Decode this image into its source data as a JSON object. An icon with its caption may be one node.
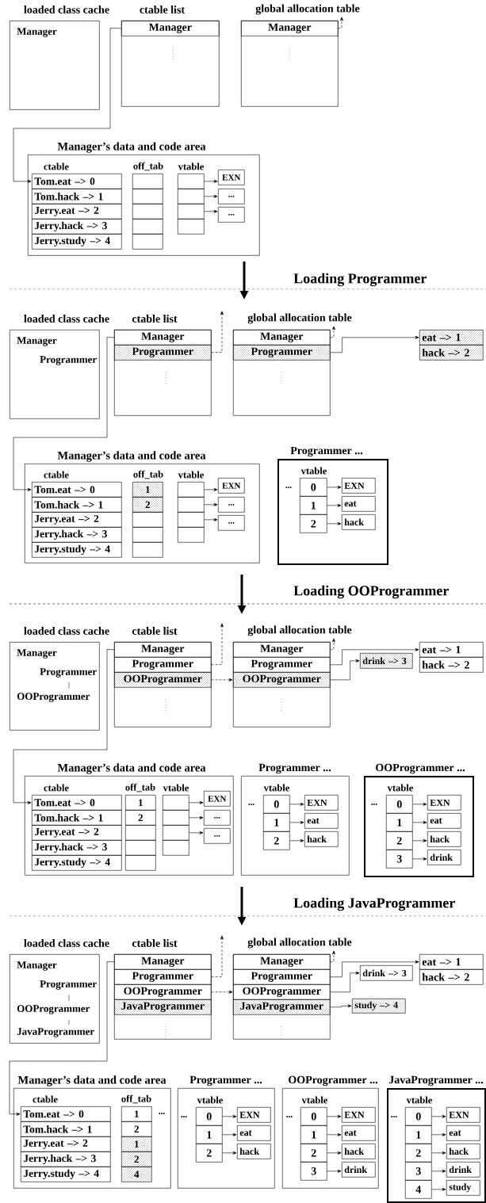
{
  "diagram": {
    "nodes": [
      {
        "text": [
          "loaded class cache",
          "Manager"
        ]
      },
      {
        "text": [
          "ctable list"
        ]
      },
      {
        "text": [
          "Manager"
        ],
        "in": 1
      },
      {
        "text": [
          "global allocation table"
        ]
      },
      {
        "text": [
          "Manager"
        ],
        "in": 3
      },
      {
        "text": [
          "Manager’s data and code area",
          "ctable",
          "off_tab",
          "vtable"
        ]
      },
      {
        "text": [
          "Tom.eat –> 0"
        ],
        "in": 5
      },
      {
        "text": [
          "Tom.hack –> 1"
        ],
        "in": 5
      },
      {
        "text": [
          "Jerry.eat –> 2"
        ],
        "in": 5
      },
      {
        "text": [
          "Jerry.hack –> 3"
        ],
        "in": 5
      },
      {
        "text": [
          "Jerry.study –> 4"
        ],
        "in": 5
      },
      {
        "text": [],
        "shape": "box",
        "in": 5
      },
      {
        "text": [],
        "shape": "box",
        "in": 5
      },
      {
        "text": [],
        "shape": "box",
        "in": 5
      },
      {
        "text": [],
        "shape": "box",
        "in": 5
      },
      {
        "text": [],
        "shape": "box",
        "in": 5
      },
      {
        "text": [],
        "shape": "box",
        "in": 5
      },
      {
        "text": [],
        "shape": "box",
        "in": 5
      },
      {
        "text": [],
        "shape": "box",
        "in": 5
      },
      {
        "text": [],
        "shape": "box",
        "in": 5
      },
      {
        "text": [
          "EXN"
        ],
        "in": 5
      },
      {
        "text": [
          "..."
        ],
        "in": 5
      },
      {
        "text": [
          "..."
        ],
        "in": 5
      },
      {
        "text": [
          "loaded class cache",
          "Manager",
          "Programmer"
        ]
      },
      {
        "text": [
          "ctable list"
        ]
      },
      {
        "text": [
          "Manager"
        ],
        "in": 24
      },
      {
        "text": [
          "Programmer"
        ],
        "in": 24
      },
      {
        "text": [
          "global allocation table"
        ]
      },
      {
        "text": [
          "Manager"
        ],
        "in": 27
      },
      {
        "text": [
          "Programmer"
        ],
        "in": 27
      },
      {
        "text": [
          "eat –> 1"
        ]
      },
      {
        "text": [
          "hack –> 2"
        ]
      },
      {
        "text": [
          "Manager’s data and code area",
          "ctable",
          "off_tab",
          "vtable"
        ]
      },
      {
        "text": [
          "Tom.eat –> 0"
        ],
        "in": 32
      },
      {
        "text": [
          "Tom.hack –> 1"
        ],
        "in": 32
      },
      {
        "text": [
          "Jerry.eat –> 2"
        ],
        "in": 32
      },
      {
        "text": [
          "Jerry.hack –> 3"
        ],
        "in": 32
      },
      {
        "text": [
          "Jerry.study –> 4"
        ],
        "in": 32
      },
      {
        "text": [
          "1"
        ],
        "in": 32
      },
      {
        "text": [
          "2"
        ],
        "in": 32
      },
      {
        "text": [],
        "shape": "box",
        "in": 32
      },
      {
        "text": [],
        "shape": "box",
        "in": 32
      },
      {
        "text": [],
        "shape": "box",
        "in": 32
      },
      {
        "text": [],
        "shape": "box",
        "in": 32
      },
      {
        "text": [],
        "shape": "box",
        "in": 32
      },
      {
        "text": [],
        "shape": "box",
        "in": 32
      },
      {
        "text": [],
        "shape": "box",
        "in": 32
      },
      {
        "text": [
          "EXN"
        ],
        "in": 32
      },
      {
        "text": [
          "..."
        ],
        "in": 32
      },
      {
        "text": [
          "..."
        ],
        "in": 32
      },
      {
        "text": [
          "Programmer ...",
          "vtable",
          "..."
        ]
      },
      {
        "text": [
          "0"
        ],
        "in": 50
      },
      {
        "text": [
          "1"
        ],
        "in": 50
      },
      {
        "text": [
          "2"
        ],
        "in": 50
      },
      {
        "text": [
          "EXN"
        ],
        "in": 50
      },
      {
        "text": [
          "eat"
        ],
        "in": 50
      },
      {
        "text": [
          "hack"
        ],
        "in": 50
      },
      {
        "text": [
          "loaded class cache",
          "Manager",
          "Programmer",
          "OOProgrammer"
        ]
      },
      {
        "text": [
          "ctable list"
        ]
      },
      {
        "text": [
          "Manager"
        ],
        "in": 58
      },
      {
        "text": [
          "Programmer"
        ],
        "in": 58
      },
      {
        "text": [
          "OOProgrammer"
        ],
        "in": 58
      },
      {
        "text": [
          "global allocation table"
        ]
      },
      {
        "text": [
          "Manager"
        ],
        "in": 62
      },
      {
        "text": [
          "Programmer"
        ],
        "in": 62
      },
      {
        "text": [
          "OOProgrammer"
        ],
        "in": 62
      },
      {
        "text": [
          "eat –> 1"
        ]
      },
      {
        "text": [
          "hack –> 2"
        ]
      },
      {
        "text": [
          "drink –> 3"
        ]
      },
      {
        "text": [
          "Manager’s data and code area",
          "ctable",
          "off_tab",
          "vtable"
        ]
      },
      {
        "text": [
          "Tom.eat –> 0"
        ],
        "in": 69
      },
      {
        "text": [
          "Tom.hack –> 1"
        ],
        "in": 69
      },
      {
        "text": [
          "Jerry.eat –> 2"
        ],
        "in": 69
      },
      {
        "text": [
          "Jerry.hack –> 3"
        ],
        "in": 69
      },
      {
        "text": [
          "Jerry.study –> 4"
        ],
        "in": 69
      },
      {
        "text": [
          "1"
        ],
        "in": 69
      },
      {
        "text": [
          "2"
        ],
        "in": 69
      },
      {
        "text": [],
        "shape": "box",
        "in": 69
      },
      {
        "text": [],
        "shape": "box",
        "in": 69
      },
      {
        "text": [],
        "shape": "box",
        "in": 69
      },
      {
        "text": [],
        "shape": "box",
        "in": 69
      },
      {
        "text": [],
        "shape": "box",
        "in": 69
      },
      {
        "text": [],
        "shape": "box",
        "in": 69
      },
      {
        "text": [],
        "shape": "box",
        "in": 69
      },
      {
        "text": [
          "EXN"
        ],
        "in": 69
      },
      {
        "text": [
          "..."
        ],
        "in": 69
      },
      {
        "text": [
          "..."
        ],
        "in": 69
      },
      {
        "text": [
          "Programmer ...",
          "vtable",
          "..."
        ]
      },
      {
        "text": [
          "0"
        ],
        "in": 87
      },
      {
        "text": [
          "1"
        ],
        "in": 87
      },
      {
        "text": [
          "2"
        ],
        "in": 87
      },
      {
        "text": [
          "EXN"
        ],
        "in": 87
      },
      {
        "text": [
          "eat"
        ],
        "in": 87
      },
      {
        "text": [
          "hack"
        ],
        "in": 87
      },
      {
        "text": [
          "OOProgrammer ...",
          "vtable",
          "..."
        ]
      },
      {
        "text": [
          "0"
        ],
        "in": 94
      },
      {
        "text": [
          "1"
        ],
        "in": 94
      },
      {
        "text": [
          "2"
        ],
        "in": 94
      },
      {
        "text": [
          "3"
        ],
        "in": 94
      },
      {
        "text": [
          "EXN"
        ],
        "in": 94
      },
      {
        "text": [
          "eat"
        ],
        "in": 94
      },
      {
        "text": [
          "hack"
        ],
        "in": 94
      },
      {
        "text": [
          "drink"
        ],
        "in": 94
      },
      {
        "text": [
          "loaded class cache",
          "Manager",
          "Programmer",
          "OOProgrammer",
          "JavaProgrammer"
        ]
      },
      {
        "text": [
          "ctable list"
        ]
      },
      {
        "text": [
          "Manager"
        ],
        "in": 104
      },
      {
        "text": [
          "Programmer"
        ],
        "in": 104
      },
      {
        "text": [
          "OOProgrammer"
        ],
        "in": 104
      },
      {
        "text": [
          "JavaProgrammer"
        ],
        "in": 104
      },
      {
        "text": [
          "global allocation table"
        ]
      },
      {
        "text": [
          "Manager"
        ],
        "in": 109
      },
      {
        "text": [
          "Programmer"
        ],
        "in": 109
      },
      {
        "text": [
          "OOProgrammer"
        ],
        "in": 109
      },
      {
        "text": [
          "JavaProgrammer"
        ],
        "in": 109
      },
      {
        "text": [
          "eat –> 1"
        ]
      },
      {
        "text": [
          "hack –> 2"
        ]
      },
      {
        "text": [
          "drink –> 3"
        ]
      },
      {
        "text": [
          "study –> 4"
        ]
      },
      {
        "text": [
          "Manager’s data and code area",
          "ctable",
          "off_tab",
          "..."
        ]
      },
      {
        "text": [
          "Tom.eat –> 0"
        ],
        "in": 118
      },
      {
        "text": [
          "Tom.hack –> 1"
        ],
        "in": 118
      },
      {
        "text": [
          "Jerry.eat –> 2"
        ],
        "in": 118
      },
      {
        "text": [
          "Jerry.hack –> 3"
        ],
        "in": 118
      },
      {
        "text": [
          "Jerry.study –> 4"
        ],
        "in": 118
      },
      {
        "text": [
          "1"
        ],
        "in": 118
      },
      {
        "text": [
          "2"
        ],
        "in": 118
      },
      {
        "text": [
          "1"
        ],
        "in": 118
      },
      {
        "text": [
          "2"
        ],
        "in": 118
      },
      {
        "text": [
          "4"
        ],
        "in": 118
      },
      {
        "text": [
          "Programmer ...",
          "vtable",
          "..."
        ]
      },
      {
        "text": [
          "0"
        ],
        "in": 129
      },
      {
        "text": [
          "1"
        ],
        "in": 129
      },
      {
        "text": [
          "2"
        ],
        "in": 129
      },
      {
        "text": [
          "EXN"
        ],
        "in": 129
      },
      {
        "text": [
          "eat"
        ],
        "in": 129
      },
      {
        "text": [
          "hack"
        ],
        "in": 129
      },
      {
        "text": [
          "OOProgrammer ...",
          "vtable",
          "..."
        ]
      },
      {
        "text": [
          "0"
        ],
        "in": 136
      },
      {
        "text": [
          "1"
        ],
        "in": 136
      },
      {
        "text": [
          "2"
        ],
        "in": 136
      },
      {
        "text": [
          "3"
        ],
        "in": 136
      },
      {
        "text": [
          "EXN"
        ],
        "in": 136
      },
      {
        "text": [
          "eat"
        ],
        "in": 136
      },
      {
        "text": [
          "hack"
        ],
        "in": 136
      },
      {
        "text": [
          "drink"
        ],
        "in": 136
      },
      {
        "text": [
          "JavaProgrammer ...",
          "vtable",
          "..."
        ]
      },
      {
        "text": [
          "0"
        ],
        "in": 145
      },
      {
        "text": [
          "1"
        ],
        "in": 145
      },
      {
        "text": [
          "2"
        ],
        "in": 145
      },
      {
        "text": [
          "3"
        ],
        "in": 145
      },
      {
        "text": [
          "4"
        ],
        "in": 145
      },
      {
        "text": [
          "EXN"
        ],
        "in": 145
      },
      {
        "text": [
          "eat"
        ],
        "in": 145
      },
      {
        "text": [
          "hack"
        ],
        "in": 145
      },
      {
        "text": [
          "drink"
        ],
        "in": 145
      },
      {
        "text": [
          "study"
        ],
        "in": 145
      }
    ],
    "edges": [
      {
        "from": 2,
        "to": 6,
        "arrow": "to"
      },
      {
        "from": 4,
        "to": null,
        "arrow": "to",
        "style": "dashed"
      },
      {
        "from": 16,
        "to": 20,
        "arrow": "to"
      },
      {
        "from": 17,
        "to": 21,
        "arrow": "to"
      },
      {
        "from": 18,
        "to": 22,
        "arrow": "to"
      },
      {
        "from": 25,
        "to": 33,
        "arrow": "to"
      },
      {
        "from": 26,
        "to": null,
        "arrow": "to",
        "style": "dashed"
      },
      {
        "from": 28,
        "to": null,
        "arrow": "to",
        "style": "dashed"
      },
      {
        "from": 29,
        "to": 30,
        "arrow": "to"
      },
      {
        "from": 43,
        "to": 47,
        "arrow": "to"
      },
      {
        "from": 44,
        "to": 48,
        "arrow": "to"
      },
      {
        "from": 45,
        "to": 49,
        "arrow": "to"
      },
      {
        "from": 51,
        "to": 54,
        "arrow": "to"
      },
      {
        "from": 52,
        "to": 55,
        "arrow": "to"
      },
      {
        "from": 53,
        "to": 56,
        "arrow": "to"
      },
      {
        "from": 59,
        "to": 70,
        "arrow": "to"
      },
      {
        "from": 60,
        "to": null,
        "arrow": "to",
        "style": "dashed"
      },
      {
        "from": 61,
        "to": 65,
        "arrow": "to",
        "style": "dashed"
      },
      {
        "from": 63,
        "to": null,
        "arrow": "to",
        "style": "dashed"
      },
      {
        "from": 64,
        "to": 66,
        "arrow": "to"
      },
      {
        "from": 65,
        "to": 68,
        "arrow": "to"
      },
      {
        "from": 80,
        "to": 84,
        "arrow": "to"
      },
      {
        "from": 81,
        "to": 85,
        "arrow": "to"
      },
      {
        "from": 82,
        "to": 86,
        "arrow": "to"
      },
      {
        "from": 88,
        "to": 91,
        "arrow": "to"
      },
      {
        "from": 89,
        "to": 92,
        "arrow": "to"
      },
      {
        "from": 90,
        "to": 93,
        "arrow": "to"
      },
      {
        "from": 95,
        "to": 99,
        "arrow": "to"
      },
      {
        "from": 96,
        "to": 100,
        "arrow": "to"
      },
      {
        "from": 97,
        "to": 101,
        "arrow": "to"
      },
      {
        "from": 98,
        "to": 102,
        "arrow": "to"
      },
      {
        "from": 105,
        "to": 119,
        "arrow": "to"
      },
      {
        "from": 106,
        "to": null,
        "arrow": "to",
        "style": "dashed"
      },
      {
        "from": 107,
        "to": 112,
        "arrow": "to",
        "style": "dashed"
      },
      {
        "from": 110,
        "to": null,
        "arrow": "to",
        "style": "dashed"
      },
      {
        "from": 111,
        "to": 114,
        "arrow": "to"
      },
      {
        "from": 112,
        "to": 116,
        "arrow": "to"
      },
      {
        "from": 113,
        "to": 117,
        "arrow": "to"
      },
      {
        "from": 130,
        "to": 133,
        "arrow": "to"
      },
      {
        "from": 131,
        "to": 134,
        "arrow": "to"
      },
      {
        "from": 132,
        "to": 135,
        "arrow": "to"
      },
      {
        "from": 137,
        "to": 141,
        "arrow": "to"
      },
      {
        "from": 138,
        "to": 142,
        "arrow": "to"
      },
      {
        "from": 139,
        "to": 143,
        "arrow": "to"
      },
      {
        "from": 140,
        "to": 144,
        "arrow": "to"
      },
      {
        "from": 146,
        "to": 151,
        "arrow": "to"
      },
      {
        "from": 147,
        "to": 152,
        "arrow": "to"
      },
      {
        "from": 148,
        "to": 153,
        "arrow": "to"
      },
      {
        "from": 149,
        "to": 154,
        "arrow": "to"
      },
      {
        "from": 150,
        "to": 155,
        "arrow": "to"
      }
    ],
    "labels": [
      "Loading Programmer",
      "Loading OOProgrammer",
      "Loading JavaProgrammer"
    ]
  }
}
